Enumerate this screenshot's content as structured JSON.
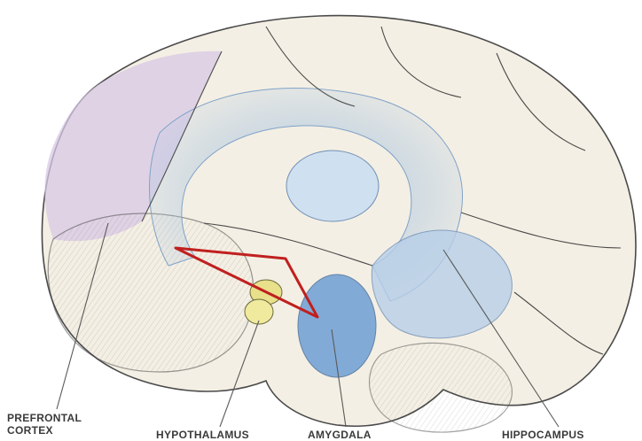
{
  "labels": {
    "prefrontal_line1": "PREFRONTAL",
    "prefrontal_line2": "CORTEX",
    "hypothalamus": "HYPOTHALAMUS",
    "amygdala": "AMYGDALA",
    "hippocampus": "HIPPOCAMPUS"
  },
  "colors": {
    "background": "#ffffff",
    "brain_fill": "#f4efe4",
    "brain_outline": "#4a4a4a",
    "prefrontal": "#d8c8e6",
    "limbic_blue": "#9fbfe0",
    "amygdala": "#6f9fd4",
    "hypothalamus": "#e8e08a",
    "circuit_line": "#c0201f",
    "label_text": "#3a3a3a"
  }
}
